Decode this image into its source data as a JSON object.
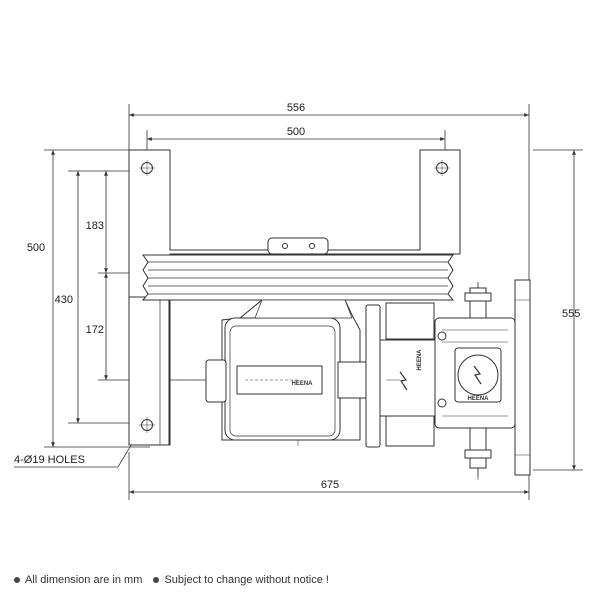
{
  "dimensions": {
    "overall_width": "556",
    "bracket_span": "500",
    "overall_height": "500",
    "hole_to_pulley": "183",
    "hole_span": "430",
    "pulley_to_shaft": "172",
    "flange_height": "555",
    "overall_length": "675"
  },
  "callout": "4-Ø19 HOLES",
  "nameplate_text": "HEENA",
  "notes": [
    "All dimension are in mm",
    "Subject to change without notice !"
  ],
  "colors": {
    "line": "#333333",
    "fill": "#ffffff"
  }
}
